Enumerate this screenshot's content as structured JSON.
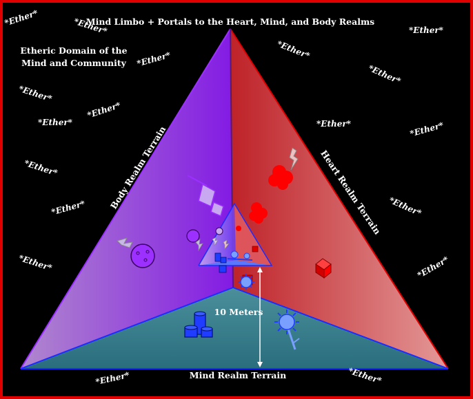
{
  "title": "Mind Limbo + Portals to the Heart, Mind, and Body Realms",
  "domain_label_line1": "Etheric Domain of the",
  "domain_label_line2": "Mind and Community",
  "body_terrain": "Body Realm Terrain",
  "heart_terrain": "Heart Realm Terrain",
  "mind_terrain": "Mind Realm Terrain",
  "height_label": "10 Meters",
  "ether_word": "*Ether*",
  "colors": {
    "background": "#000000",
    "frame": "#e00000",
    "body_realm": "#9b30ff",
    "heart_realm": "#e23b3b",
    "mind_realm": "#2f7f8f",
    "portal_blue": "#1a2cff",
    "icon_blue": "#1f3cff"
  },
  "icons": [
    "lightning-icon",
    "planet-icon",
    "flag-icon",
    "heart-blob-icon",
    "cube-icon",
    "cylinders-icon",
    "sun-flower-icon"
  ]
}
